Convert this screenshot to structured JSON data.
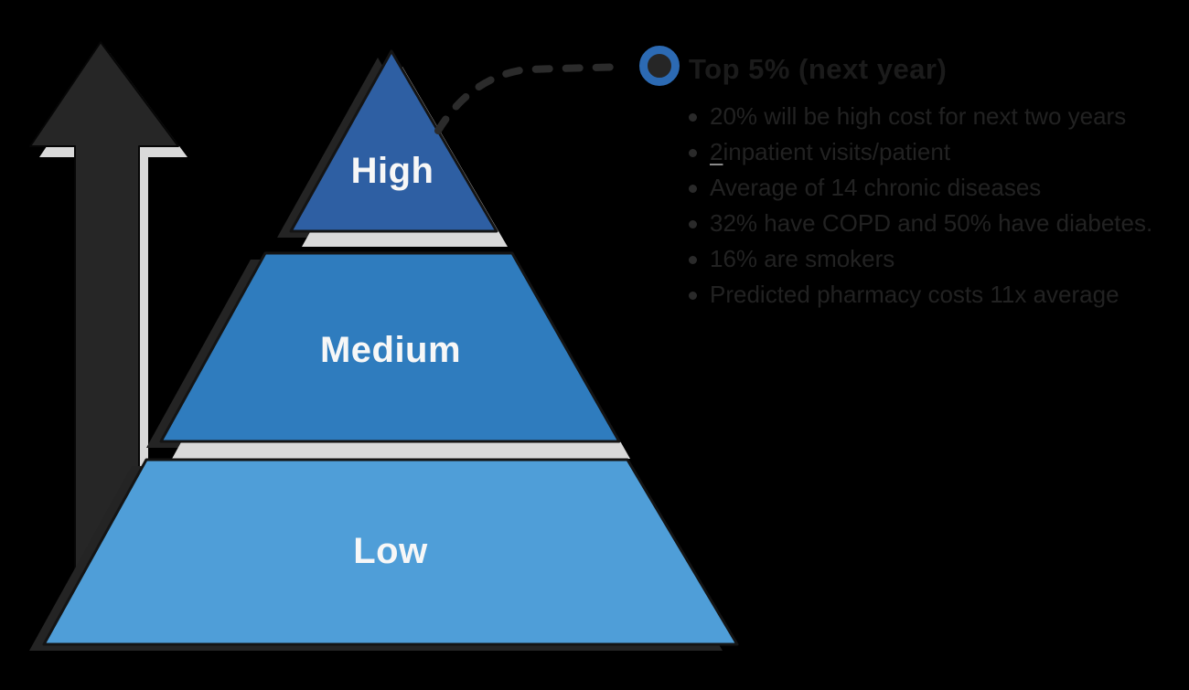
{
  "canvas": {
    "background": "#000000"
  },
  "arrow": {
    "description": "upward axis arrow",
    "color": "#262626",
    "shadow_color": "#d9d9d9"
  },
  "pyramid": {
    "type": "risk-stratification-pyramid",
    "levels": [
      {
        "label": "High",
        "color": "#2e5fa3"
      },
      {
        "label": "Medium",
        "color": "#2f7cbe"
      },
      {
        "label": "Low",
        "color": "#4f9ed8"
      }
    ],
    "label_color": "#f7f7f7",
    "outline_color": "#141414",
    "shade_color": "#242424",
    "gap_color": "#d9d9d9"
  },
  "callout": {
    "connector_color": "#2b2b2b",
    "marker": {
      "ring_color": "#2c6ab3",
      "center_color": "#262626"
    },
    "title": "Top 5% (next year)",
    "title_color": "#1b1b1b",
    "text_color": "#222222",
    "bullets": [
      {
        "text": "20% will be high cost for next two years"
      },
      {
        "lead": "2",
        "rest": " inpatient visits/patient"
      },
      {
        "text": "Average of 14 chronic diseases"
      },
      {
        "text": "32% have COPD and 50% have diabetes."
      },
      {
        "text": "16% are smokers"
      },
      {
        "text": "Predicted pharmacy costs 11x average"
      }
    ]
  }
}
